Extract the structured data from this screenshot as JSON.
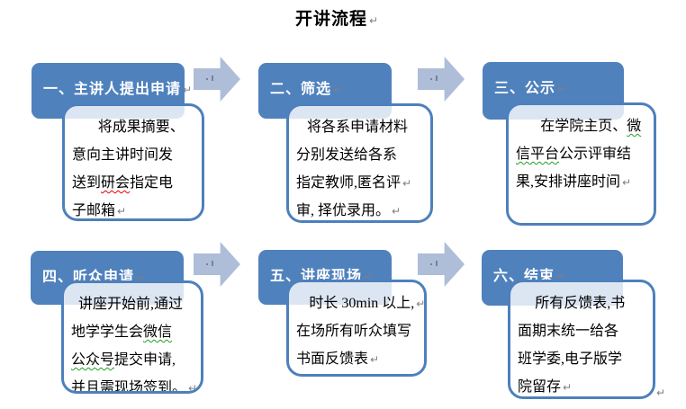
{
  "page": {
    "title": "开讲流程",
    "pilcrow": "↵",
    "background": "#ffffff"
  },
  "colors": {
    "header_bg": "#4f81bd",
    "header_text": "#ffffff",
    "body_border": "#4d80bc",
    "body_tint": "rgba(255,255,255,0.8)",
    "arrow_fill": "#aebdd8",
    "text": "#000000",
    "spell_red": "#e00000",
    "grammar_green": "#1f9f1f",
    "pilcrow_gray": "#7f7f7f"
  },
  "steps": [
    {
      "header": "一、主讲人提出申请",
      "indent_em": 1.8,
      "lines": [
        [
          {
            "t": "将成果摘要、"
          }
        ],
        [
          {
            "t": "意向主讲时间发"
          }
        ],
        [
          {
            "t": "送到"
          },
          {
            "t": "研会",
            "u": "red"
          },
          {
            "t": "指定电"
          }
        ],
        [
          {
            "t": "子邮箱"
          },
          {
            "p": true
          }
        ]
      ]
    },
    {
      "header": "二、筛选",
      "indent_em": 0.75,
      "lines": [
        [
          {
            "t": "将各系申请材料"
          }
        ],
        [
          {
            "t": "分别发送给各系"
          }
        ],
        [
          {
            "t": "指定教师,匿名评"
          },
          {
            "p": true
          }
        ],
        [
          {
            "t": "审, 择优录用。"
          },
          {
            "p": true
          }
        ]
      ]
    },
    {
      "header": "三、公示",
      "indent_em": 1.7,
      "lines": [
        [
          {
            "t": "在学院主页、"
          },
          {
            "t": "微",
            "u": "green"
          }
        ],
        [
          {
            "t": "信平台",
            "u": "green"
          },
          {
            "t": "公示评审结"
          }
        ],
        [
          {
            "t": "果,安排讲座时间"
          },
          {
            "p": true
          }
        ]
      ]
    },
    {
      "header": "四、听众申请",
      "indent_em": 0.5,
      "lines": [
        [
          {
            "t": "讲座开始前,通过"
          }
        ],
        [
          {
            "t": "地学学生会"
          },
          {
            "t": "微信",
            "u": "green"
          }
        ],
        [
          {
            "t": "公众号",
            "u": "green"
          },
          {
            "t": "提交申请,"
          }
        ],
        [
          {
            "t": "并且需现场签到。"
          },
          {
            "p": true
          }
        ]
      ]
    },
    {
      "header": "五、讲座现场",
      "indent_em": 0.9,
      "lines": [
        [
          {
            "t": "时长 30min 以上,"
          },
          {
            "p": true
          }
        ],
        [
          {
            "t": "在场所有听众填写"
          }
        ],
        [
          {
            "t": "书面反馈表"
          },
          {
            "p": true
          }
        ]
      ]
    },
    {
      "header": "六、结束",
      "indent_em": 1.2,
      "lines": [
        [
          {
            "t": "所有反馈表,书"
          }
        ],
        [
          {
            "t": "面期末统一给各"
          }
        ],
        [
          {
            "t": "班学委,电子版学"
          }
        ],
        [
          {
            "t": "院留存"
          },
          {
            "p": true
          }
        ]
      ]
    }
  ],
  "arrows": [
    {
      "name": "flow-arrow-1"
    },
    {
      "name": "flow-arrow-2"
    },
    {
      "name": "flow-arrow-3"
    },
    {
      "name": "flow-arrow-4"
    }
  ],
  "stray_mark": "↵"
}
